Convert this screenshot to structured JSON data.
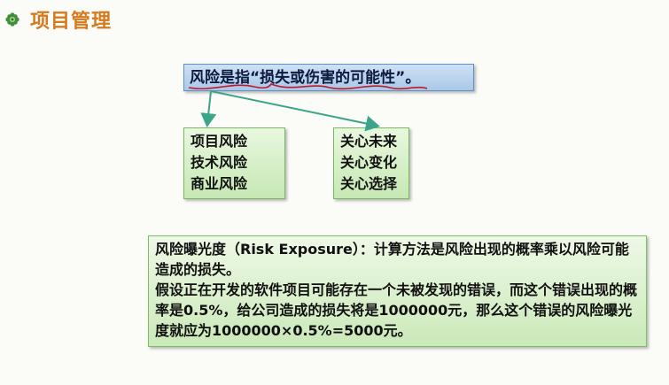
{
  "header": {
    "title": "项目管理",
    "icon": "flower-bullet-icon",
    "title_color": "#d77a1c",
    "icon_color": "#3f8f3a"
  },
  "definition": {
    "text": "风险是指“损失或伤害的可能性”。",
    "box_color": "#b8d3ee",
    "underline_color": "#c0192b"
  },
  "risk_types": [
    "项目风险",
    "技术风险",
    "商业风险"
  ],
  "risk_concerns": [
    "关心未来",
    "关心变化",
    "关心选择"
  ],
  "arrow_color": "#3aa58a",
  "exposure": {
    "lines": [
      "风险曝光度（Risk Exposure）：计算方法是风险出现的概率乘以风险可能",
      "造成的损失。",
      "假设正在开发的软件项目可能存在一个未被发现的错误，而这个错误出现的概",
      "率是0.5%，给公司造成的损失将是1000000元，那么这个错误的风险曝光",
      "度就应为1000000×0.5%=5000元。"
    ]
  }
}
